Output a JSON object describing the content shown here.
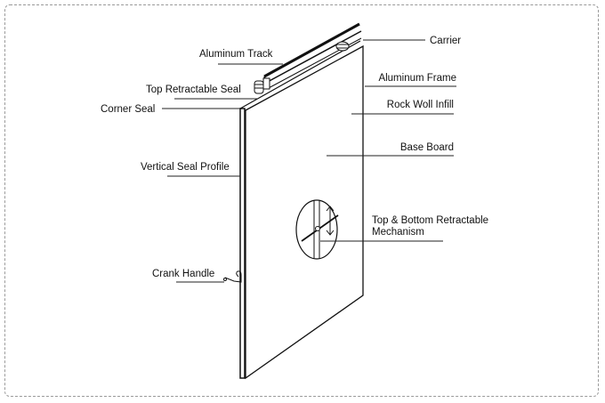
{
  "title": "Operable Partition Wall Structure",
  "labels": {
    "carrier": "Carrier",
    "aluminum_track": "Aluminum Track",
    "top_retractable_seal": "Top Retractable Seal",
    "corner_seal": "Corner Seal",
    "aluminum_frame": "Aluminum Frame",
    "rock_wool_infill": "Rock Woll Infill",
    "base_board": "Base Board",
    "vertical_seal_profile": "Vertical Seal Profile",
    "mechanism_line1": "Top & Bottom Retractable",
    "mechanism_line2": "Mechanism",
    "crank_handle": "Crank Handle"
  }
}
